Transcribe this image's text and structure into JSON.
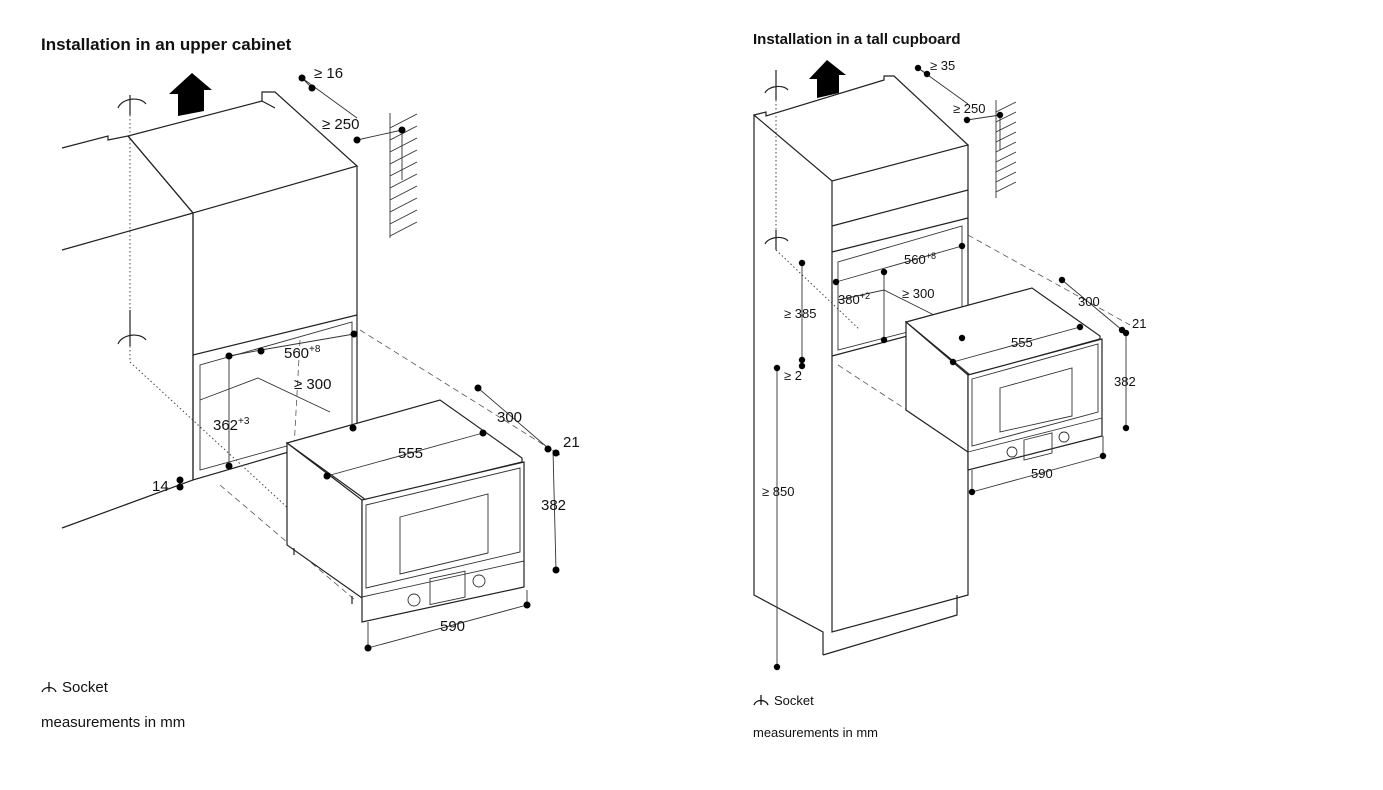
{
  "left": {
    "title": "Installation in an upper cabinet",
    "dims": {
      "top_gap": "≥ 16",
      "wall_gap": "≥ 250",
      "niche_width": "560",
      "niche_width_tol": "+8",
      "niche_depth": "≥ 300",
      "niche_height": "362",
      "niche_height_tol": "+3",
      "bottom": "14",
      "depth": "300",
      "front": "21",
      "body_width": "555",
      "height": "382",
      "width": "590"
    },
    "socket_label": "Socket",
    "units_label": "measurements in mm"
  },
  "right": {
    "title": "Installation in a tall cupboard",
    "dims": {
      "top_gap": "≥ 35",
      "wall_gap": "≥ 250",
      "niche_width": "560",
      "niche_width_tol": "+8",
      "niche_height": "380",
      "niche_height_tol": "+2",
      "niche_depth": "≥ 300",
      "min_height": "≥ 385",
      "bottom": "≥ 2",
      "floor_height": "≥ 850",
      "depth": "300",
      "front": "21",
      "body_width": "555",
      "height": "382",
      "width": "590"
    },
    "socket_label": "Socket",
    "units_label": "measurements in mm"
  },
  "icons": {
    "socket": "socket-icon",
    "arrow": "ventilation-arrow-icon"
  }
}
